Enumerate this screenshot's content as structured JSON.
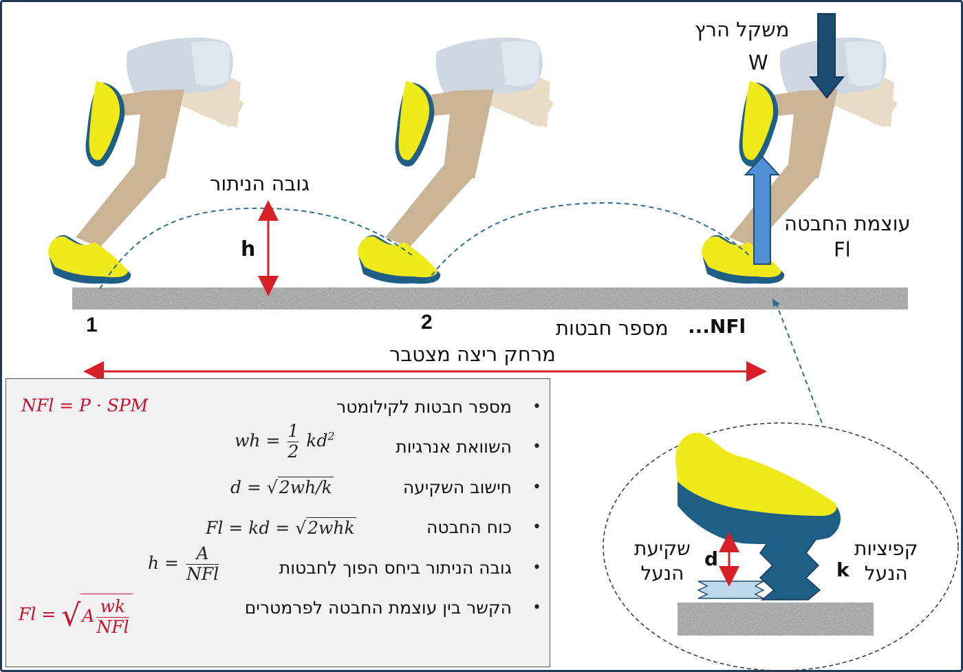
{
  "labels": {
    "body_weight": "משקל הרץ",
    "body_weight_symbol": "W",
    "flight_height": "גובה הניתור",
    "flight_height_symbol": "h",
    "impact_intensity": "עוצמת החבטה",
    "impact_intensity_symbol": "Fl",
    "step_1": "1",
    "step_2": "2",
    "step_n": "NFl...",
    "impacts_count": "מספר חבטות",
    "cumulative_distance": "מרחק ריצה מצטבר",
    "sole_compression": "שקיעת\nהנעל",
    "sole_compression_symbol": "d",
    "sole_stiffness": "קפיציות\nהנעל",
    "sole_stiffness_symbol": "k"
  },
  "bullets": [
    {
      "text": "מספר חבטות לקילומטר"
    },
    {
      "text": "השוואת אנרגיות"
    },
    {
      "text": "חישוב השקיעה"
    },
    {
      "text": "כוח החבטה"
    },
    {
      "text": "גובה הניתור ביחס הפוך לחבטות"
    },
    {
      "text": "הקשר בין עוצמת החבטה לפרמטרים"
    }
  ],
  "formulas": {
    "nfl": "NFl = P · SPM",
    "energy_lhs": "wh =",
    "energy_num": "1",
    "energy_den": "2",
    "energy_rhs": "kd",
    "energy_exp": "2",
    "d_lhs": "d =",
    "d_rad": "2wh/k",
    "fl_lhs": "Fl = kd =",
    "fl_rad": "2whk",
    "h_lhs": "h =",
    "h_num": "A",
    "h_den": "NFl",
    "rel_lhs": "Fl =",
    "rel_a": "A",
    "rel_num": "wk",
    "rel_den": "NFl"
  },
  "colors": {
    "shoe_yellow": "#f0ea1a",
    "shoe_sole": "#1f5f86",
    "leg": "#c9b595",
    "shorts": "#cdd7e0",
    "ground": "#9a9a9a",
    "arrow_dark": "#1b4d73",
    "arrow_light": "#4f8fd6",
    "red": "#d61f26",
    "trajectory": "#2a6d8d"
  },
  "icons": [
    "runner-figure",
    "running-shoe",
    "spring",
    "down-arrow",
    "up-arrow"
  ]
}
